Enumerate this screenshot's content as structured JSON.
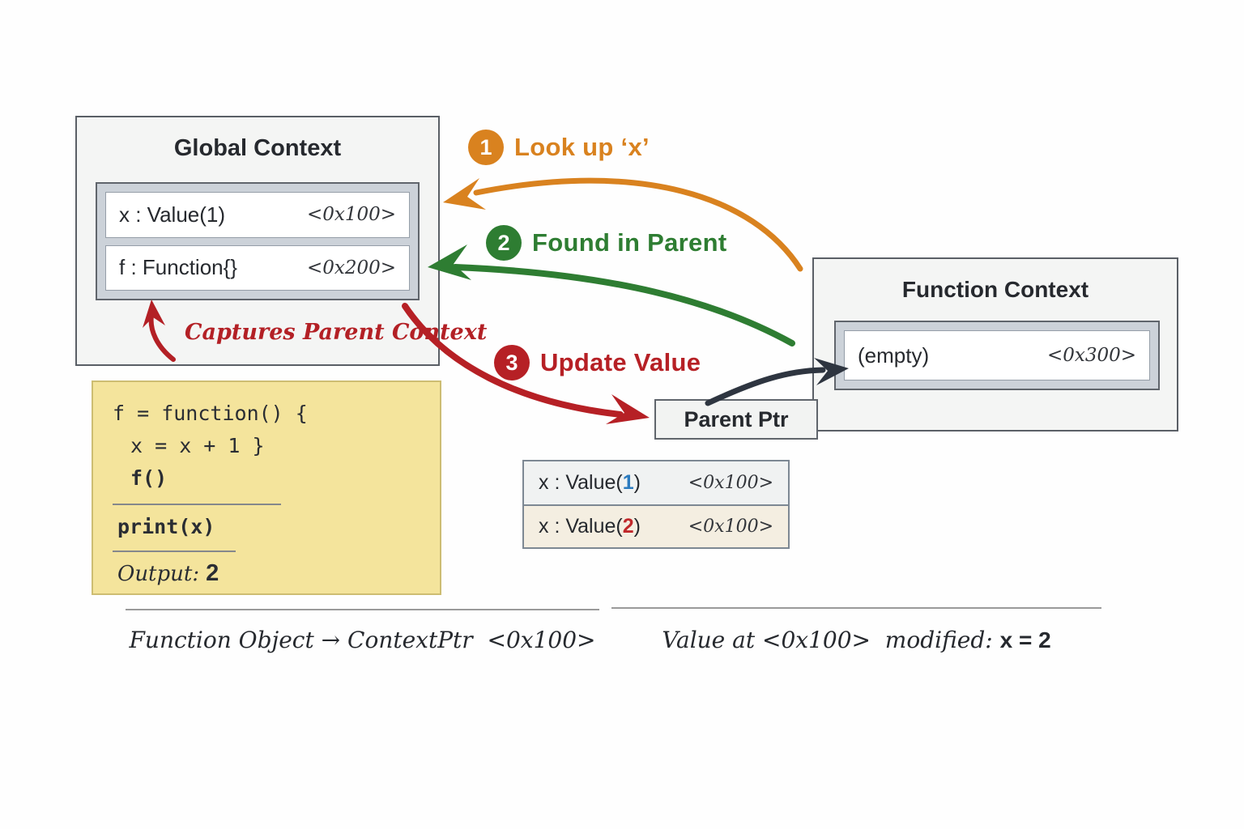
{
  "colors": {
    "orange": "#d9821f",
    "green": "#2e7d32",
    "red": "#b62025",
    "navy": "#2e3540",
    "note_red": "#b32025",
    "value1_blue": "#2b7bbf",
    "value2_red": "#c0282b"
  },
  "global_context": {
    "title": "Global Context",
    "rows": [
      {
        "name": "x : Value(1)",
        "addr": "<0x100>"
      },
      {
        "name": "f : Function{}",
        "addr": "<0x200>"
      }
    ],
    "note": "Captures Parent Context"
  },
  "function_context": {
    "title": "Function Context",
    "row": {
      "name": "(empty)",
      "addr": "<0x300>"
    }
  },
  "parent_ptr_label": "Parent Ptr",
  "steps": [
    {
      "num": "1",
      "label": "Look up ‘x’",
      "color": "#d9821f"
    },
    {
      "num": "2",
      "label": "Found in Parent",
      "color": "#2e7d32"
    },
    {
      "num": "3",
      "label": "Update Value",
      "color": "#b62025"
    }
  ],
  "code_box": {
    "line1": "f = function() {",
    "line2": "x = x + 1 }",
    "line3": "f()",
    "print_line": "print(x)",
    "output_label": "Output:",
    "output_value": "2"
  },
  "value_cells": [
    {
      "prefix": "x : Value(",
      "digit": "1",
      "suffix": ")",
      "addr": "<0x100>",
      "digit_color": "#2b7bbf"
    },
    {
      "prefix": "x : Value(",
      "digit": "2",
      "suffix": ")",
      "addr": "<0x100>",
      "digit_color": "#c0282b"
    }
  ],
  "captions": {
    "left": {
      "pre": "Function Object",
      "arrow": "→",
      "mid": "ContextPtr",
      "addr": "<0x100>"
    },
    "right": {
      "pre": "Value at",
      "addr": "<0x100>",
      "mid": "modified:",
      "result": "x = 2"
    }
  }
}
